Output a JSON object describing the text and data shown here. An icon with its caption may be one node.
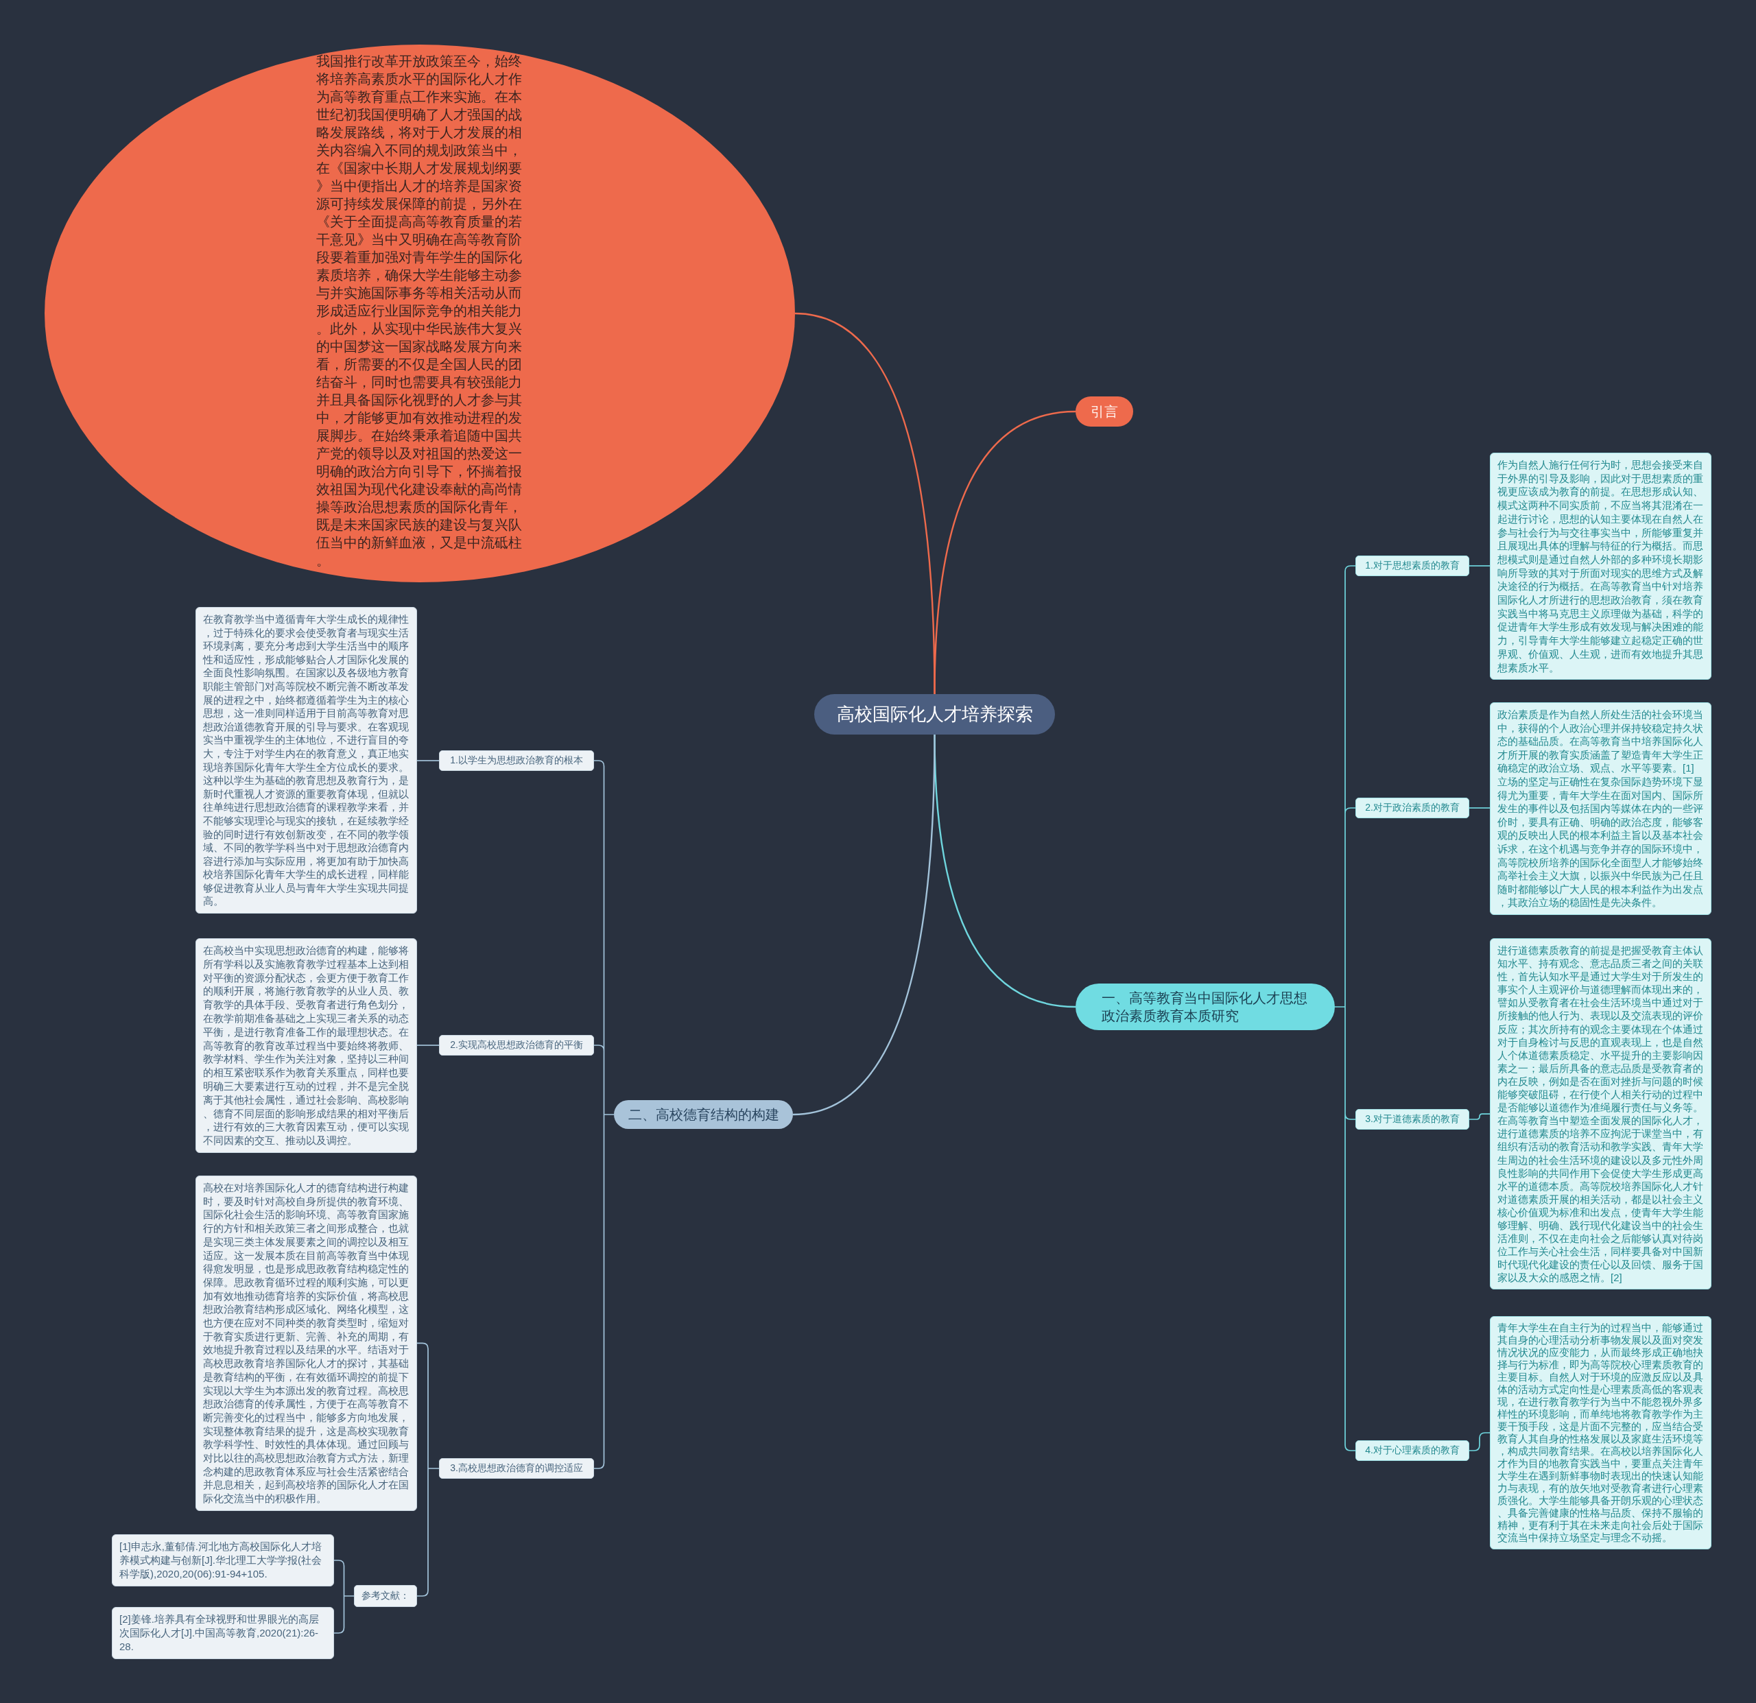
{
  "diagram": {
    "nodes": [
      {
        "text": [
          "高校国际化人才培养探索"
        ]
      },
      {
        "text": [
          "引言"
        ]
      },
      {
        "text": [
          "我国推行改革开放政策至今，始终将培养高素质水平的国际化人才作为高等教育重点工作来实施。在本世纪初我国便明确了人才强国的战略发展路线，将对于人才发展的相关内容编入不同的规划政策当中，在《国家中长期人才发展规划纲要》当中便指出人才的培养是国家资源可持续发展保障的前提，另外在《关于全面提高高等教育质量的若干意见》当中又明确在高等教育阶段要着重加强对青年学生的国际化素质培养，确保大学生能够主动参与并实施国际事务等相关活动从而形成适应行业国际竞争的相关能力。此外，从实现中华民族伟大复兴的中国梦这一国家战略发展方向来看，所需要的不仅是全国人民的团结奋斗，同时也需要具有较强能力并且具备国际化视野的人才参与其中，才能够更加有效推动进程的发展脚步。在始终秉承着追随中国共产党的领导以及对祖国的热爱这一明确的政治方向引导下，怀揣着报效祖国为现代化建设奉献的高尚情操等政治思想素质的国际化青年，既是未来国家民族的建设与复兴队伍当中的新鲜血液，又是中流砥柱。"
        ]
      },
      {
        "text": [
          "一、高等教育当中国际化人才思想政治素质教育本质研究"
        ]
      },
      {
        "text": [
          "1.对于思想素质的教育"
        ]
      },
      {
        "text": [
          "作为自然人施行任何行为时，思想会接受来自于外界的引导及影响，因此对于思想素质的重视更应该成为教育的前提。在思想形成认知、模式这两种不同实质前，不应当将其混淆在一起进行讨论，思想的认知主要体现在自然人在参与社会行为与交往事实当中，所能够重复并且展现出具体的理解与特征的行为概括。而思想模式则是通过自然人外部的多种环境长期影响所导致的其对于所面对现实的思维方式及解决途径的行为概括。在高等教育当中针对培养国际化人才所进行的思想政治教育，须在教育实践当中将马克思主义原理做为基础，科学的促进青年大学生形成有效发现与解决困难的能力，引导青年大学生能够建立起稳定正确的世界观、价值观、人生观，进而有效地提升其思想素质水平。"
        ]
      },
      {
        "text": [
          "2.对于政治素质的教育"
        ]
      },
      {
        "text": [
          "政治素质是作为自然人所处生活的社会环境当中，获得的个人政治心理并保持较稳定持久状态的基础品质。在高等教育当中培养国际化人才所开展的教育实质涵盖了塑造青年大学生正确稳定的政治立场、观点、水平等要素。[1]立场的坚定与正确性在复杂国际趋势环境下显得尤为重要，青年大学生在面对国内、国际所发生的事件以及包括国内等媒体在内的一些评价时，要具有正确、明确的政治态度，能够客观的反映出人民的根本利益主旨以及基本社会诉求，在这个机遇与竞争并存的国际环境中，高等院校所培养的国际化全面型人才能够始终高举社会主义大旗，以振兴中华民族为己任且随时都能够以广大人民的根本利益作为出发点，其政治立场的稳固性是先决条件。"
        ]
      },
      {
        "text": [
          "3.对于道德素质的教育"
        ]
      },
      {
        "text": [
          "进行道德素质教育的前提是把握受教育主体认知水平、持有观念、意志品质三者之间的关联性，首先认知水平是通过大学生对于所发生的事实个人主观评价与道德理解而体现出来的，譬如从受教育者在社会生活环境当中通过对于所接触的他人行为、表现以及交流表现的评价反应；其次所持有的观念主要体现在个体通过对于自身检讨与反思的直观表现上，也是自然人个体道德素质稳定、水平提升的主要影响因素之一；最后所具备的意志品质是受教育者的内在反映，例如是否在面对挫折与问题的时候能够突破阻碍，在行使个人相关行动的过程中是否能够以道德作为准绳履行责任与义务等。在高等教育当中塑造全面发展的国际化人才，进行道德素质的培养不应拘泥于课堂当中，有组织有活动的教育活动和教学实践、青年大学生周边的社会生活环境的建设以及多元性外周良性影响的共同作用下会促使大学生形成更高水平的道德本质。高等院校培养国际化人才针对道德素质开展的相关活动，都是以社会主义核心价值观为标准和出发点，使青年大学生能够理解、明确、践行现代化建设当中的社会生活准则，不仅在走向社会之后能够认真对待岗位工作与关心社会生活，同样要具备对中国新时代现代化建设的责任心以及回馈、服务于国家以及大众的感恩之情。[2]"
        ]
      },
      {
        "text": [
          "4.对于心理素质的教育"
        ]
      },
      {
        "text": [
          "青年大学生在自主行为的过程当中，能够通过其自身的心理活动分析事物发展以及面对突发情况状况的应变能力，从而最终形成正确地抉择与行为标准，即为高等院校心理素质教育的主要目标。自然人对于环境的应激反应以及具体的活动方式定向性是心理素质高低的客观表现，在进行教育教学行为当中不能忽视外界多样性的环境影响，而单纯地将教育教学作为主要干预手段，这是片面不完整的，应当结合受教育人其自身的性格发展以及家庭生活环境等，构成共同教育结果。在高校以培养国际化人才作为目的地教育实践当中，要重点关注青年大学生在遇到新鲜事物时表现出的快速认知能力与表现，有的放矢地对受教育者进行心理素质强化。大学生能够具备开朗乐观的心理状态、具备完善健康的性格与品质、保持不服输的精神，更有利于其在未来走向社会后处于国际交流当中保持立场坚定与理念不动摇。"
        ]
      },
      {
        "text": [
          "二、高校德育结构的构建"
        ]
      },
      {
        "text": [
          "1.以学生为思想政治教育的根本"
        ]
      },
      {
        "text": [
          "在教育教学当中遵循青年大学生成长的规律性，过于特殊化的要求会使受教育者与现实生活环境剥离，要充分考虑到大学生活当中的顺序性和适应性，形成能够贴合人才国际化发展的全面良性影响氛围。在国家以及各级地方教育职能主管部门对高等院校不断完善不断改革发展的进程之中，始终都遵循着学生为主的核心思想，这一准则同样适用于目前高等教育对思想政治道德教育开展的引导与要求。在客观现实当中重视学生的主体地位，不进行盲目的夸大，专注于对学生内在的教育意义，真正地实现培养国际化青年大学生全方位成长的要求。这种以学生为基础的教育思想及教育行为，是新时代重视人才资源的重要教育体现，但就以往单纯进行思想政治德育的课程教学来看，并不能够实现理论与现实的接轨，在延续教学经验的同时进行有效创新改变，在不同的教学领域、不同的教学学科当中对于思想政治德育内容进行添加与实际应用，将更加有助于加快高校培养国际化青年大学生的成长进程，同样能够促进教育从业人员与青年大学生实现共同提高。"
        ]
      },
      {
        "text": [
          "2.实现高校思想政治德育的平衡"
        ]
      },
      {
        "text": [
          "在高校当中实现思想政治德育的构建，能够将所有学科以及实施教育教学过程基本上达到相对平衡的资源分配状态，会更方便于教育工作的顺利开展，将施行教育教学的从业人员、教育教学的具体手段、受教育者进行角色划分，在教学前期准备基础之上实现三者关系的动态平衡，是进行教育准备工作的最理想状态。在高等教育的教育改革过程当中要始终将教师、教学材料、学生作为关注对象，坚持以三种间的相互紧密联系作为教育关系重点，同样也要明确三大要素进行互动的过程，并不是完全脱离于其他社会属性，通过社会影响、高校影响、德育不同层面的影响形成结果的相对平衡后，进行有效的三大教育因素互动，便可以实现不同因素的交互、推动以及调控。"
        ]
      },
      {
        "text": [
          "3.高校思想政治德育的调控适应"
        ]
      },
      {
        "text": [
          "高校在对培养国际化人才的德育结构进行构建时，要及时针对高校自身所提供的教育环境、国际化社会生活的影响环境、高等教育国家施行的方针和相关政策三者之间形成整合，也就是实现三类主体发展要素之间的调控以及相互适应。这一发展本质在目前高等教育当中体现得愈发明显，也是形成思政教育结构稳定性的保障。思政教育循环过程的顺利实施，可以更加有效地推动德育培养的实际价值，将高校思想政治教育结构形成区域化、网络化模型，这也方便在应对不同种类的教育类型时，缩短对于教育实质进行更新、完善、补充的周期，有效地提升教育过程以及结果的水平。结语对于高校思政教育培养国际化人才的探讨，其基础是教育结构的平衡，在有效循环调控的前提下实现以大学生为本源出发的教育过程。高校思想政治德育的传承属性，方便于在高等教育不断完善变化的过程当中，能够多方向地发展，实现整体教育结果的提升，这是高校实现教育教学科学性、时效性的具体体现。通过回顾与对比以往的高校思想政治教育方式方法，新理念构建的思政教育体系应与社会生活紧密结合并息息相关，起到高校培养的国际化人才在国际化交流当中的积极作用。"
        ]
      },
      {
        "text": [
          "参考文献："
        ]
      },
      {
        "text": [
          "[1]申志永,董郁倩.河北地方高校国际化人才培养模式构建与创新[J].华北理工大学学报(社会科学版),2020,20(06):91-94+105."
        ]
      },
      {
        "text": [
          "[2]姜锋.培养具有全球视野和世界眼光的高层次国际化人才[J].中国高等教育,2020(21):26-28."
        ]
      }
    ],
    "edges": [
      {
        "from": 0,
        "to": 1,
        "arrow": "none",
        "color": "#ee6a4c"
      },
      {
        "from": 0,
        "to": 2,
        "arrow": "none",
        "color": "#ee6a4c"
      },
      {
        "from": 0,
        "to": 3,
        "arrow": "none",
        "color": "#6fd6de"
      },
      {
        "from": 3,
        "to": 4,
        "arrow": "none",
        "color": "#6fd6de"
      },
      {
        "from": 4,
        "to": 5,
        "arrow": "none",
        "color": "#6fd6de"
      },
      {
        "from": 3,
        "to": 6,
        "arrow": "none",
        "color": "#6fd6de"
      },
      {
        "from": 6,
        "to": 7,
        "arrow": "none",
        "color": "#6fd6de"
      },
      {
        "from": 3,
        "to": 8,
        "arrow": "none",
        "color": "#6fd6de"
      },
      {
        "from": 8,
        "to": 9,
        "arrow": "none",
        "color": "#6fd6de"
      },
      {
        "from": 3,
        "to": 10,
        "arrow": "none",
        "color": "#6fd6de"
      },
      {
        "from": 10,
        "to": 11,
        "arrow": "none",
        "color": "#6fd6de"
      },
      {
        "from": 0,
        "to": 12,
        "arrow": "none"
      },
      {
        "from": 12,
        "to": 13,
        "arrow": "none"
      },
      {
        "from": 13,
        "to": 14,
        "arrow": "none"
      },
      {
        "from": 12,
        "to": 15,
        "arrow": "none"
      },
      {
        "from": 15,
        "to": 16,
        "arrow": "none"
      },
      {
        "from": 12,
        "to": 17,
        "arrow": "none"
      },
      {
        "from": 17,
        "to": 18,
        "arrow": "none"
      },
      {
        "from": 17,
        "to": 19,
        "arrow": "none"
      },
      {
        "from": 19,
        "to": 20,
        "arrow": "none"
      },
      {
        "from": 19,
        "to": 21,
        "arrow": "none"
      }
    ]
  }
}
